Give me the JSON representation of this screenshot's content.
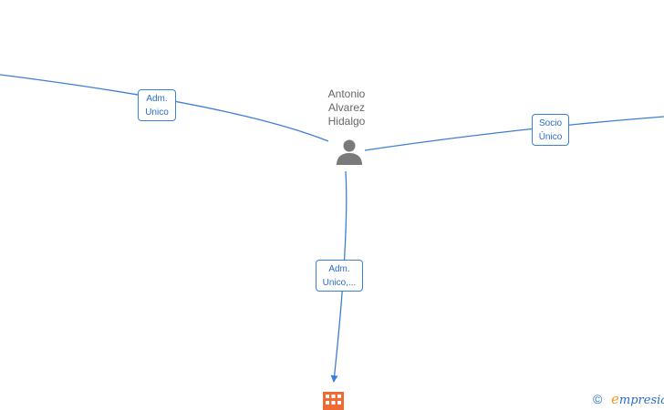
{
  "person": {
    "name_lines": [
      "Antonio",
      "Alvarez",
      "Hidalgo"
    ]
  },
  "edges": {
    "left": {
      "label_lines": [
        "Adm.",
        "Unico"
      ]
    },
    "right": {
      "label_lines": [
        "Socio",
        "Único"
      ]
    },
    "bottom": {
      "label_lines": [
        "Adm.",
        "Unico,..."
      ]
    }
  },
  "watermark": {
    "copyright_symbol": "©",
    "brand_first": "e",
    "brand_rest": "mpresia"
  },
  "colors": {
    "edge": "#3d7fd4",
    "person_icon": "#7a7a7a",
    "company_icon": "#f06a35",
    "brand_accent": "#f39a1c"
  },
  "icons": {
    "person": "person-icon",
    "company": "building-icon"
  }
}
